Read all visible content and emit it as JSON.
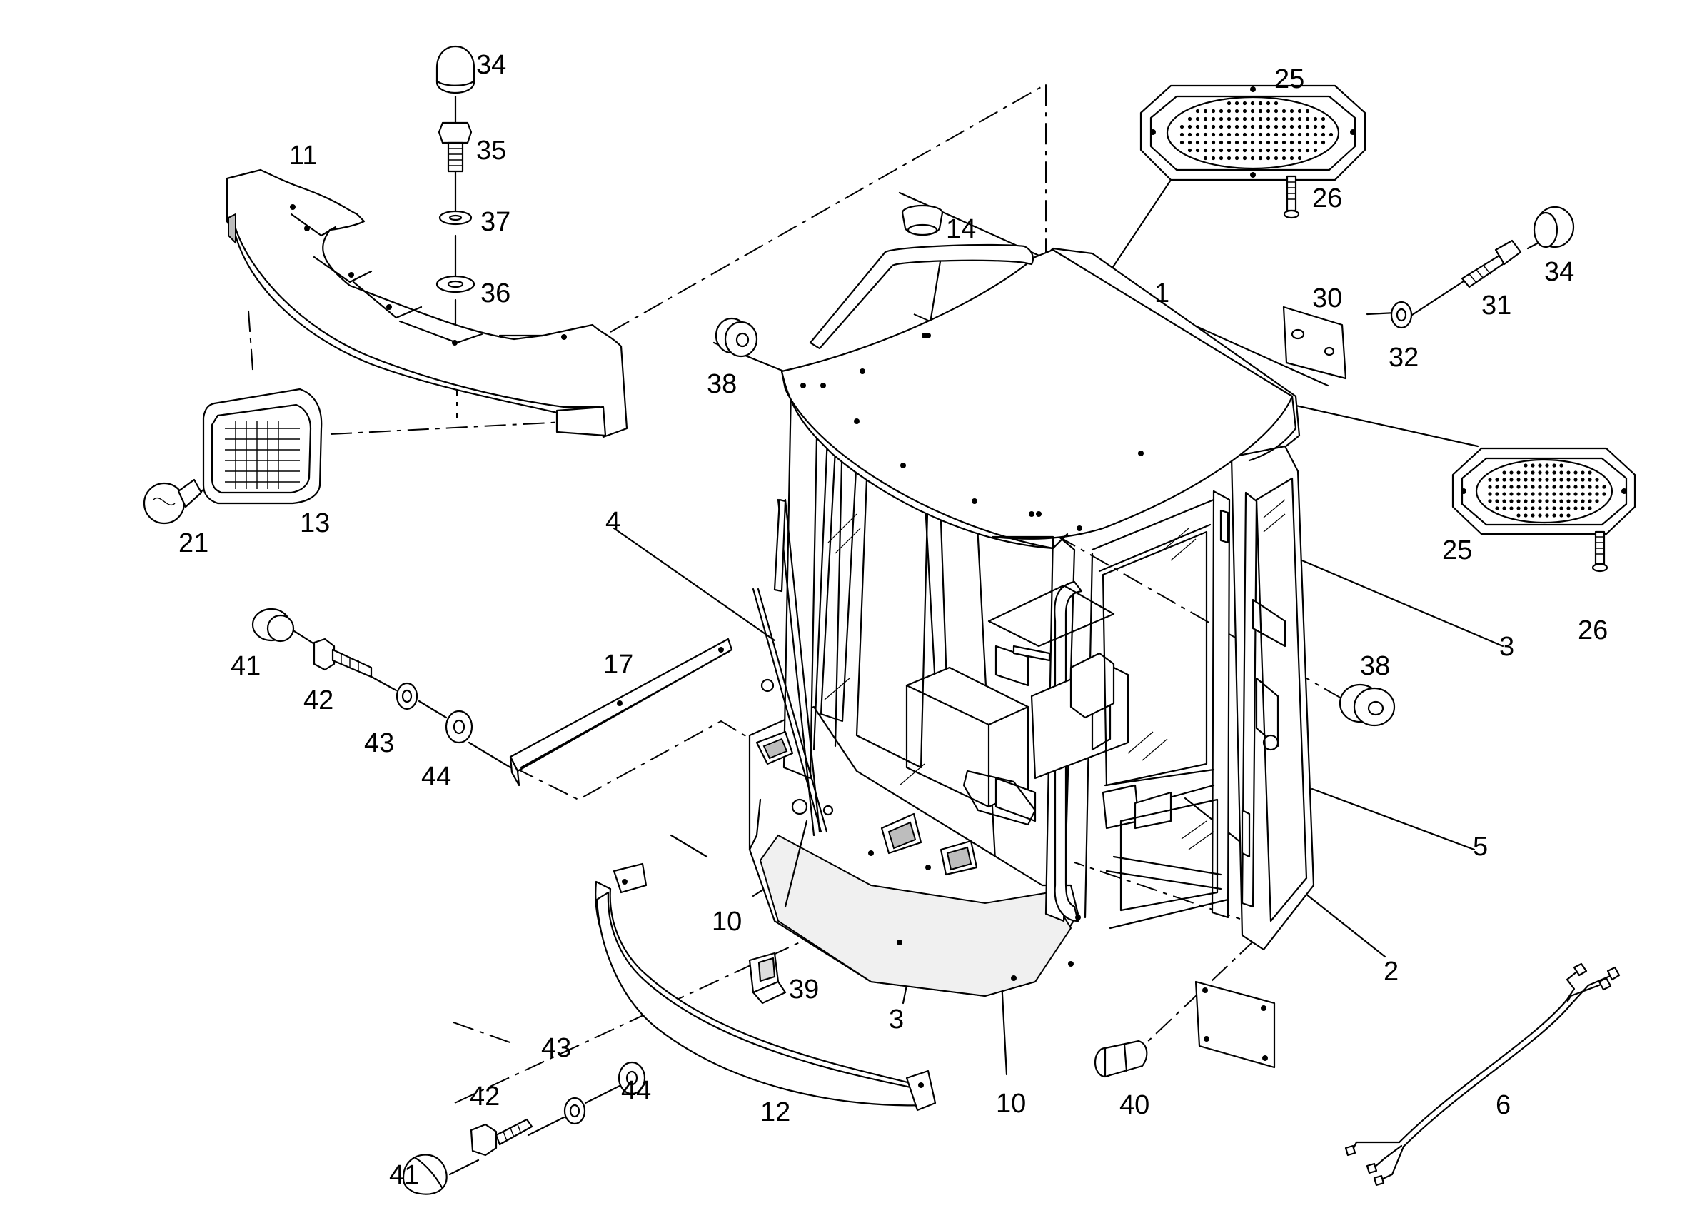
{
  "diagram": {
    "labels": [
      {
        "id": "l1",
        "text": "1"
      },
      {
        "id": "l2",
        "text": "2"
      },
      {
        "id": "l3a",
        "text": "3"
      },
      {
        "id": "l3b",
        "text": "3"
      },
      {
        "id": "l4",
        "text": "4"
      },
      {
        "id": "l5",
        "text": "5"
      },
      {
        "id": "l6",
        "text": "6"
      },
      {
        "id": "l10a",
        "text": "10"
      },
      {
        "id": "l10b",
        "text": "10"
      },
      {
        "id": "l11",
        "text": "11"
      },
      {
        "id": "l12",
        "text": "12"
      },
      {
        "id": "l13",
        "text": "13"
      },
      {
        "id": "l14",
        "text": "14"
      },
      {
        "id": "l17",
        "text": "17"
      },
      {
        "id": "l21",
        "text": "21"
      },
      {
        "id": "l25a",
        "text": "25"
      },
      {
        "id": "l25b",
        "text": "25"
      },
      {
        "id": "l26a",
        "text": "26"
      },
      {
        "id": "l26b",
        "text": "26"
      },
      {
        "id": "l30",
        "text": "30"
      },
      {
        "id": "l31",
        "text": "31"
      },
      {
        "id": "l32",
        "text": "32"
      },
      {
        "id": "l34a",
        "text": "34"
      },
      {
        "id": "l34b",
        "text": "34"
      },
      {
        "id": "l35",
        "text": "35"
      },
      {
        "id": "l36",
        "text": "36"
      },
      {
        "id": "l37",
        "text": "37"
      },
      {
        "id": "l38a",
        "text": "38"
      },
      {
        "id": "l38b",
        "text": "38"
      },
      {
        "id": "l39",
        "text": "39"
      },
      {
        "id": "l40",
        "text": "40"
      },
      {
        "id": "l41a",
        "text": "41"
      },
      {
        "id": "l41b",
        "text": "41"
      },
      {
        "id": "l42a",
        "text": "42"
      },
      {
        "id": "l42b",
        "text": "42"
      },
      {
        "id": "l43a",
        "text": "43"
      },
      {
        "id": "l43b",
        "text": "43"
      },
      {
        "id": "l44a",
        "text": "44"
      },
      {
        "id": "l44b",
        "text": "44"
      }
    ]
  }
}
